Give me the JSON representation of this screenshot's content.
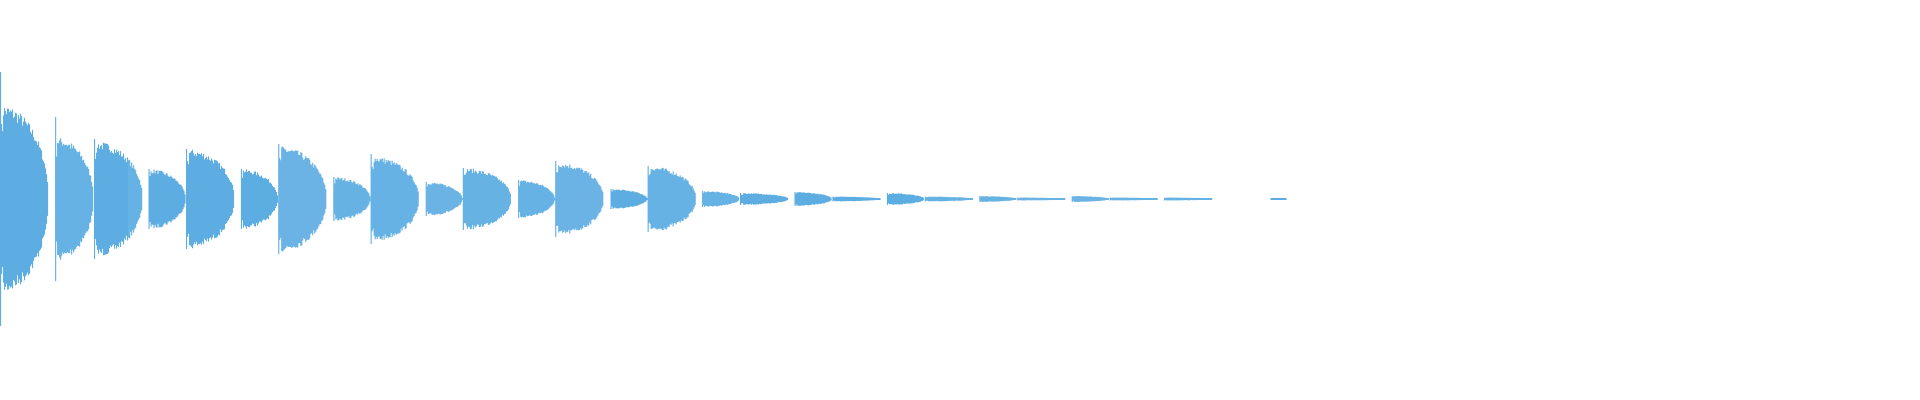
{
  "waveform": {
    "color": "#5DADE2",
    "transients": [
      {
        "t": 0.0,
        "amp": 0.95,
        "spike": 1.27
      },
      {
        "t": 0.0334,
        "amp": 0.62,
        "spike": 0.82
      },
      {
        "t": 0.057,
        "amp": 0.58,
        "spike": 0.6
      },
      {
        "t": 0.09,
        "amp": 0.3,
        "spike": 0.3
      },
      {
        "t": 0.1127,
        "amp": 0.5,
        "spike": 0.5
      },
      {
        "t": 0.146,
        "amp": 0.3,
        "spike": 0.3
      },
      {
        "t": 0.1686,
        "amp": 0.53,
        "spike": 0.55
      },
      {
        "t": 0.202,
        "amp": 0.22,
        "spike": 0.22
      },
      {
        "t": 0.2246,
        "amp": 0.43,
        "spike": 0.45
      },
      {
        "t": 0.258,
        "amp": 0.17,
        "spike": 0.17
      },
      {
        "t": 0.2805,
        "amp": 0.31,
        "spike": 0.31
      },
      {
        "t": 0.314,
        "amp": 0.19,
        "spike": 0.19
      },
      {
        "t": 0.3365,
        "amp": 0.37,
        "spike": 0.38
      },
      {
        "t": 0.37,
        "amp": 0.1,
        "spike": 0.1
      },
      {
        "t": 0.3925,
        "amp": 0.33,
        "spike": 0.33
      },
      {
        "t": 0.4255,
        "amp": 0.08,
        "spike": 0.08
      },
      {
        "t": 0.4485,
        "amp": 0.06,
        "spike": 0.06
      },
      {
        "t": 0.4815,
        "amp": 0.07,
        "spike": 0.07
      },
      {
        "t": 0.5045,
        "amp": 0.025,
        "spike": 0.025
      },
      {
        "t": 0.5375,
        "amp": 0.06,
        "spike": 0.06
      },
      {
        "t": 0.5605,
        "amp": 0.025,
        "spike": 0.025
      },
      {
        "t": 0.5935,
        "amp": 0.03,
        "spike": 0.03
      },
      {
        "t": 0.6165,
        "amp": 0.015,
        "spike": 0.015
      },
      {
        "t": 0.6495,
        "amp": 0.03,
        "spike": 0.03
      },
      {
        "t": 0.6725,
        "amp": 0.015,
        "spike": 0.015
      },
      {
        "t": 0.7055,
        "amp": 0.015,
        "spike": 0.015
      },
      {
        "t": 0.77,
        "amp": 0.01,
        "spike": 0.01
      }
    ]
  }
}
